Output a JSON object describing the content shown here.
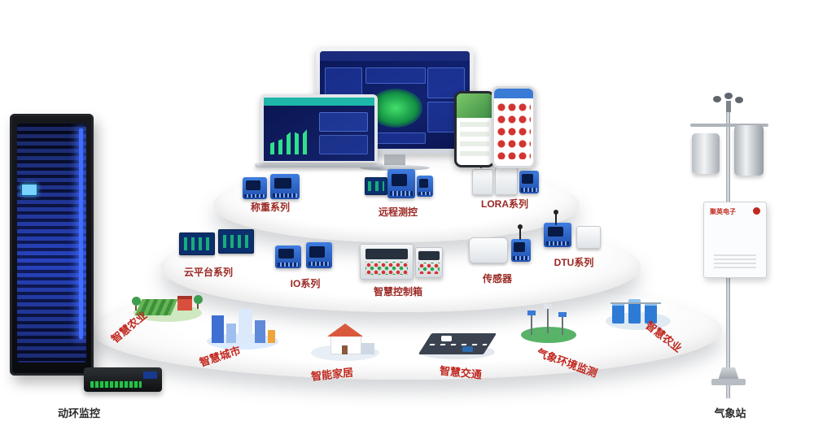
{
  "page": {
    "background": "#ffffff"
  },
  "colors": {
    "series_label": "#9b2823",
    "scene_label": "#c1271e",
    "caption": "#2b2b2b",
    "device_blue": "#2f6fd6",
    "screen_navy": "#0a1550",
    "dashboard_green": "#43e06b"
  },
  "left_unit": {
    "label": "动环监控",
    "icon": "server-rack"
  },
  "right_unit": {
    "label": "气象站",
    "brand": "聚英电子",
    "icon": "weather-station"
  },
  "displays": {
    "monitor": {
      "icon": "desktop-dashboard-screen"
    },
    "laptop": {
      "icon": "laptop-dashboard-screen"
    },
    "phone_left": {
      "icon": "mobile-app-screen"
    },
    "phone_right": {
      "icon": "mobile-control-app-screen"
    }
  },
  "tier_top": {
    "items": [
      {
        "label": "称重系列",
        "icon": "weighing-controller-devices"
      },
      {
        "label": "远程测控",
        "icon": "remote-monitoring-devices"
      },
      {
        "label": "LORA系列",
        "icon": "lora-modules"
      }
    ]
  },
  "tier_middle": {
    "items": [
      {
        "label": "云平台系列",
        "icon": "cloud-platform-boards"
      },
      {
        "label": "IO系列",
        "icon": "io-modules"
      },
      {
        "label": "智慧控制箱",
        "icon": "smart-control-box"
      },
      {
        "label": "传感器",
        "icon": "sensor-devices"
      },
      {
        "label": "DTU系列",
        "icon": "dtu-modules"
      }
    ]
  },
  "tier_bottom": {
    "items": [
      {
        "label": "智慧农业",
        "icon": "smart-agriculture-farm"
      },
      {
        "label": "智慧城市",
        "icon": "smart-city-buildings"
      },
      {
        "label": "智能家居",
        "icon": "smart-home-house"
      },
      {
        "label": "智慧交通",
        "icon": "smart-traffic-road"
      },
      {
        "label": "气象环境监测",
        "icon": "weather-environment-monitoring"
      },
      {
        "label": "智慧农业",
        "icon": "smart-agriculture-irrigation"
      }
    ]
  }
}
